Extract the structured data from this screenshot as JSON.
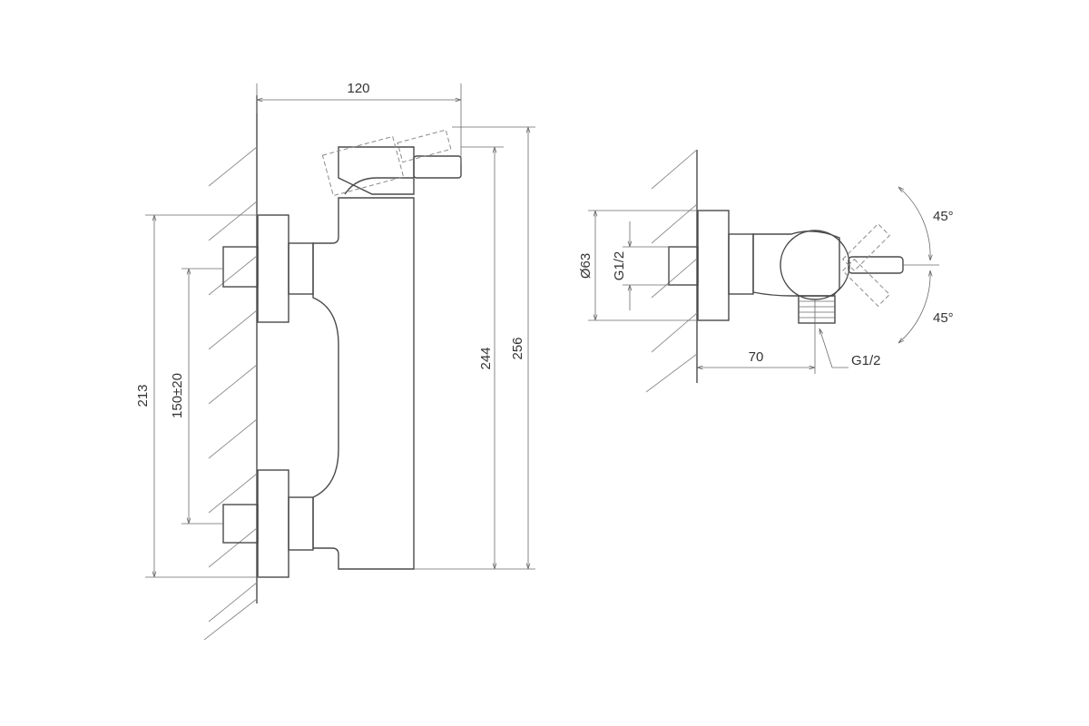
{
  "dimensions": {
    "width_120": "120",
    "height_213": "213",
    "spacing_150": "150±20",
    "height_244": "244",
    "height_256": "256",
    "diameter_63": "Ø63",
    "thread_inlet": "G1/2",
    "depth_70": "70",
    "thread_outlet": "G1/2",
    "angle_upper": "45°",
    "angle_lower": "45°"
  }
}
